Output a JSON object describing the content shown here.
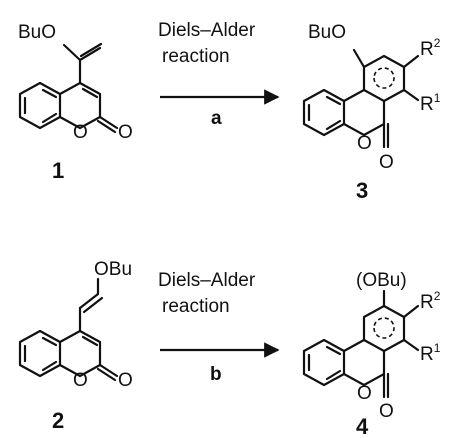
{
  "reactions": [
    {
      "caption_line1": "Diels–Alder",
      "caption_line2": "reaction",
      "step": "a",
      "reactant_number": "1",
      "product_number": "3",
      "reactant_substituent": "BuO",
      "product_substituent": "BuO",
      "r1": "R",
      "r1_sup": "1",
      "r2": "R",
      "r2_sup": "2"
    },
    {
      "caption_line1": "Diels–Alder",
      "caption_line2": "reaction",
      "step": "b",
      "reactant_number": "2",
      "product_number": "4",
      "reactant_substituent": "OBu",
      "product_substituent": "(OBu)",
      "r1": "R",
      "r1_sup": "1",
      "r2": "R",
      "r2_sup": "2"
    }
  ],
  "atoms": {
    "ring_oxygen": "O",
    "carbonyl_oxygen": "O"
  }
}
